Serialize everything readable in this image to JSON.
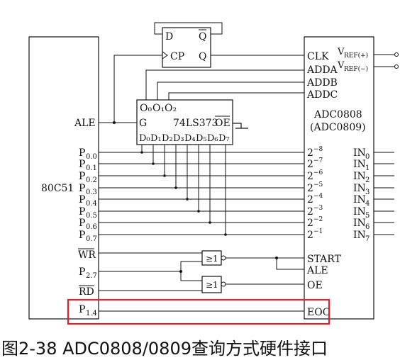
{
  "chip_80c51": {
    "name": "80C51",
    "pins": [
      {
        "label": "ALE"
      },
      {
        "label": "P",
        "sub": "0.0"
      },
      {
        "label": "P",
        "sub": "0.1"
      },
      {
        "label": "P",
        "sub": "0.2"
      },
      {
        "label": "P",
        "sub": "0.3"
      },
      {
        "label": "P",
        "sub": "0.4"
      },
      {
        "label": "P",
        "sub": "0.5"
      },
      {
        "label": "P",
        "sub": "0.6"
      },
      {
        "label": "P",
        "sub": "0.7"
      },
      {
        "label": "WR",
        "overline": true
      },
      {
        "label": "P",
        "sub": "2.7"
      },
      {
        "label": "RD",
        "overline": true
      },
      {
        "label": "P",
        "sub": "1.4"
      }
    ]
  },
  "flipflop": {
    "d": "D",
    "q": "Q",
    "qbar": "Q",
    "cp": "CP"
  },
  "latch": {
    "name": "74LS373",
    "g": "G",
    "oe": "OE",
    "outputs": [
      "O₀",
      "O₁",
      "O₂"
    ],
    "inputs": [
      "D₀",
      "D₁",
      "D₂",
      "D₃",
      "D₄",
      "D₅",
      "D₆",
      "D₇"
    ]
  },
  "adc": {
    "name": "ADC0808",
    "alt_name": "(ADC0809)",
    "left_pins": [
      "CLK",
      "ADDA",
      "ADDB",
      "ADDC",
      "START",
      "ALE",
      "OE",
      "EOC"
    ],
    "vref_plus": {
      "label": "V",
      "sub": "REF(+)"
    },
    "vref_minus": {
      "label": "V",
      "sub": "REF(−)"
    },
    "data_pins": [
      {
        "base": "2",
        "exp": "−8"
      },
      {
        "base": "2",
        "exp": "−7"
      },
      {
        "base": "2",
        "exp": "−6"
      },
      {
        "base": "2",
        "exp": "−5"
      },
      {
        "base": "2",
        "exp": "−4"
      },
      {
        "base": "2",
        "exp": "−3"
      },
      {
        "base": "2",
        "exp": "−2"
      },
      {
        "base": "2",
        "exp": "−1"
      }
    ],
    "inputs": [
      {
        "label": "IN",
        "sub": "0"
      },
      {
        "label": "IN",
        "sub": "1"
      },
      {
        "label": "IN",
        "sub": "2"
      },
      {
        "label": "IN",
        "sub": "3"
      },
      {
        "label": "IN",
        "sub": "4"
      },
      {
        "label": "IN",
        "sub": "5"
      },
      {
        "label": "IN",
        "sub": "6"
      },
      {
        "label": "IN",
        "sub": "7"
      }
    ]
  },
  "gates": {
    "label": "≥1"
  },
  "highlight_color": "#e0202a",
  "caption": "图2-38 ADC0808/0809查询方式硬件接口"
}
